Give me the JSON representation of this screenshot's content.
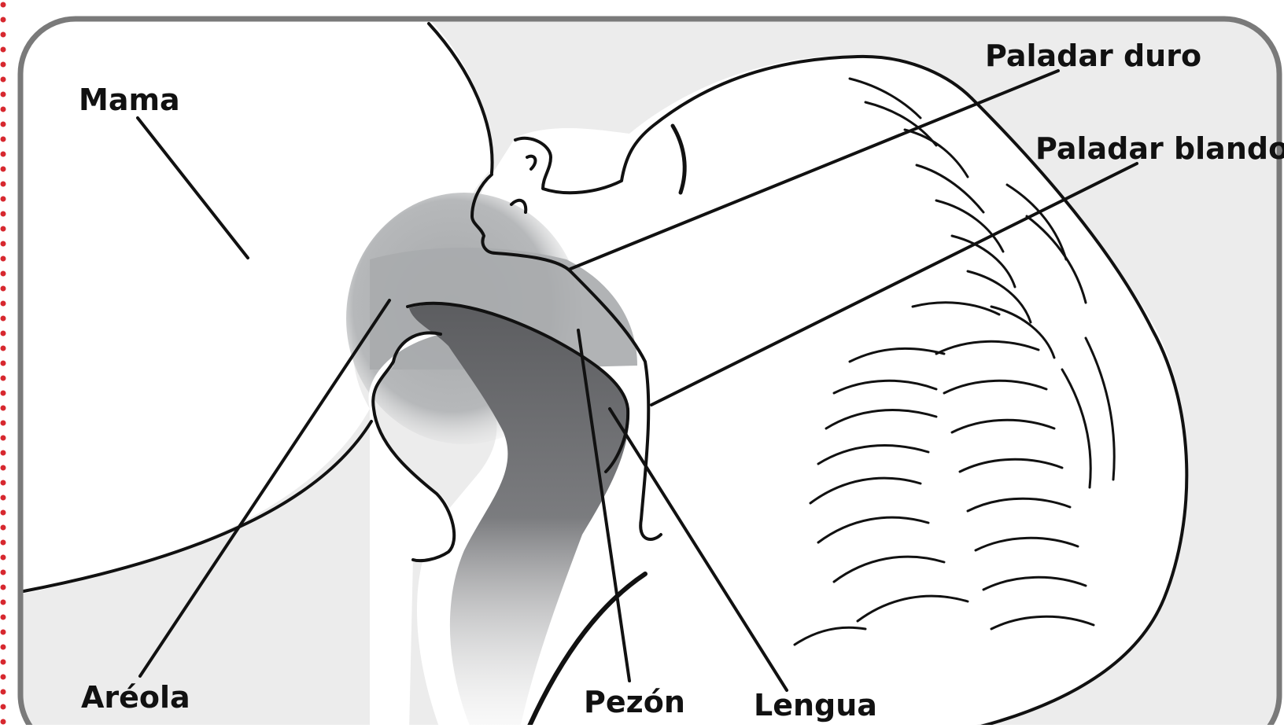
{
  "diagram": {
    "labels": {
      "mama": "Mama",
      "paladar_duro": "Paladar duro",
      "paladar_blando": "Paladar blando",
      "areola": "Aréola",
      "pezon": "Pezón",
      "lengua": "Lengua"
    },
    "colors": {
      "frame_border": "#7a7a7a",
      "background_gray": "#ececec",
      "areola_gray": "#a9abad",
      "tongue_dark": "#6d6e71",
      "line": "#111111",
      "dot_border": "#d7282f"
    }
  }
}
